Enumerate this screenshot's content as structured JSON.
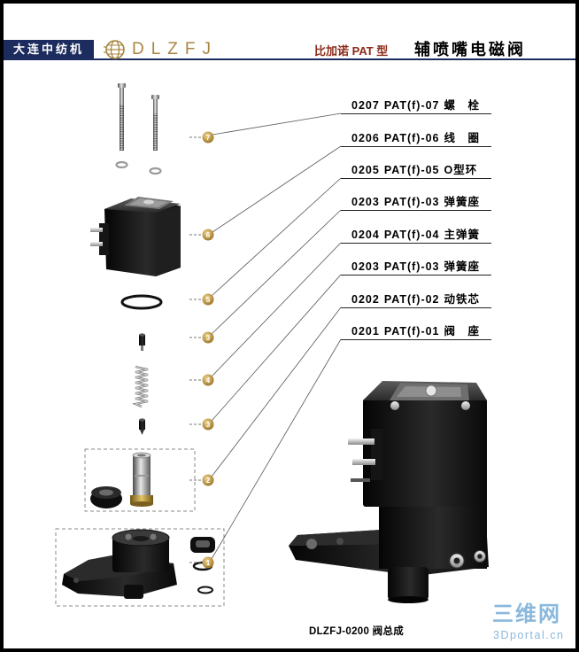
{
  "header": {
    "company": "大连中纺机",
    "logo_text": "DLZFJ",
    "logo_icon": "globe-logo-icon",
    "model": "比加诺 PAT 型",
    "product": "辅喷嘴电磁阀"
  },
  "parts": [
    {
      "code": "0207",
      "ref": "PAT(f)-07",
      "name": "螺　栓"
    },
    {
      "code": "0206",
      "ref": "PAT(f)-06",
      "name": "线　圈"
    },
    {
      "code": "0205",
      "ref": "PAT(f)-05",
      "name": "O型环"
    },
    {
      "code": "0203",
      "ref": "PAT(f)-03",
      "name": "弹簧座"
    },
    {
      "code": "0204",
      "ref": "PAT(f)-04",
      "name": "主弹簧"
    },
    {
      "code": "0203",
      "ref": "PAT(f)-03",
      "name": "弹簧座"
    },
    {
      "code": "0202",
      "ref": "PAT(f)-02",
      "name": "动铁芯"
    },
    {
      "code": "0201",
      "ref": "PAT(f)-01",
      "name": "阀　座"
    }
  ],
  "callouts": [
    "7",
    "6",
    "5",
    "3",
    "4",
    "3",
    "2",
    "1"
  ],
  "caption": "DLZFJ-0200 阀总成",
  "watermark": {
    "main": "三维网",
    "sub": "3Dportal.cn"
  },
  "colors": {
    "navy": "#1c2c5e",
    "gold": "#a88640",
    "model_red": "#8c2a18",
    "watermark": "#8ab8dc"
  }
}
